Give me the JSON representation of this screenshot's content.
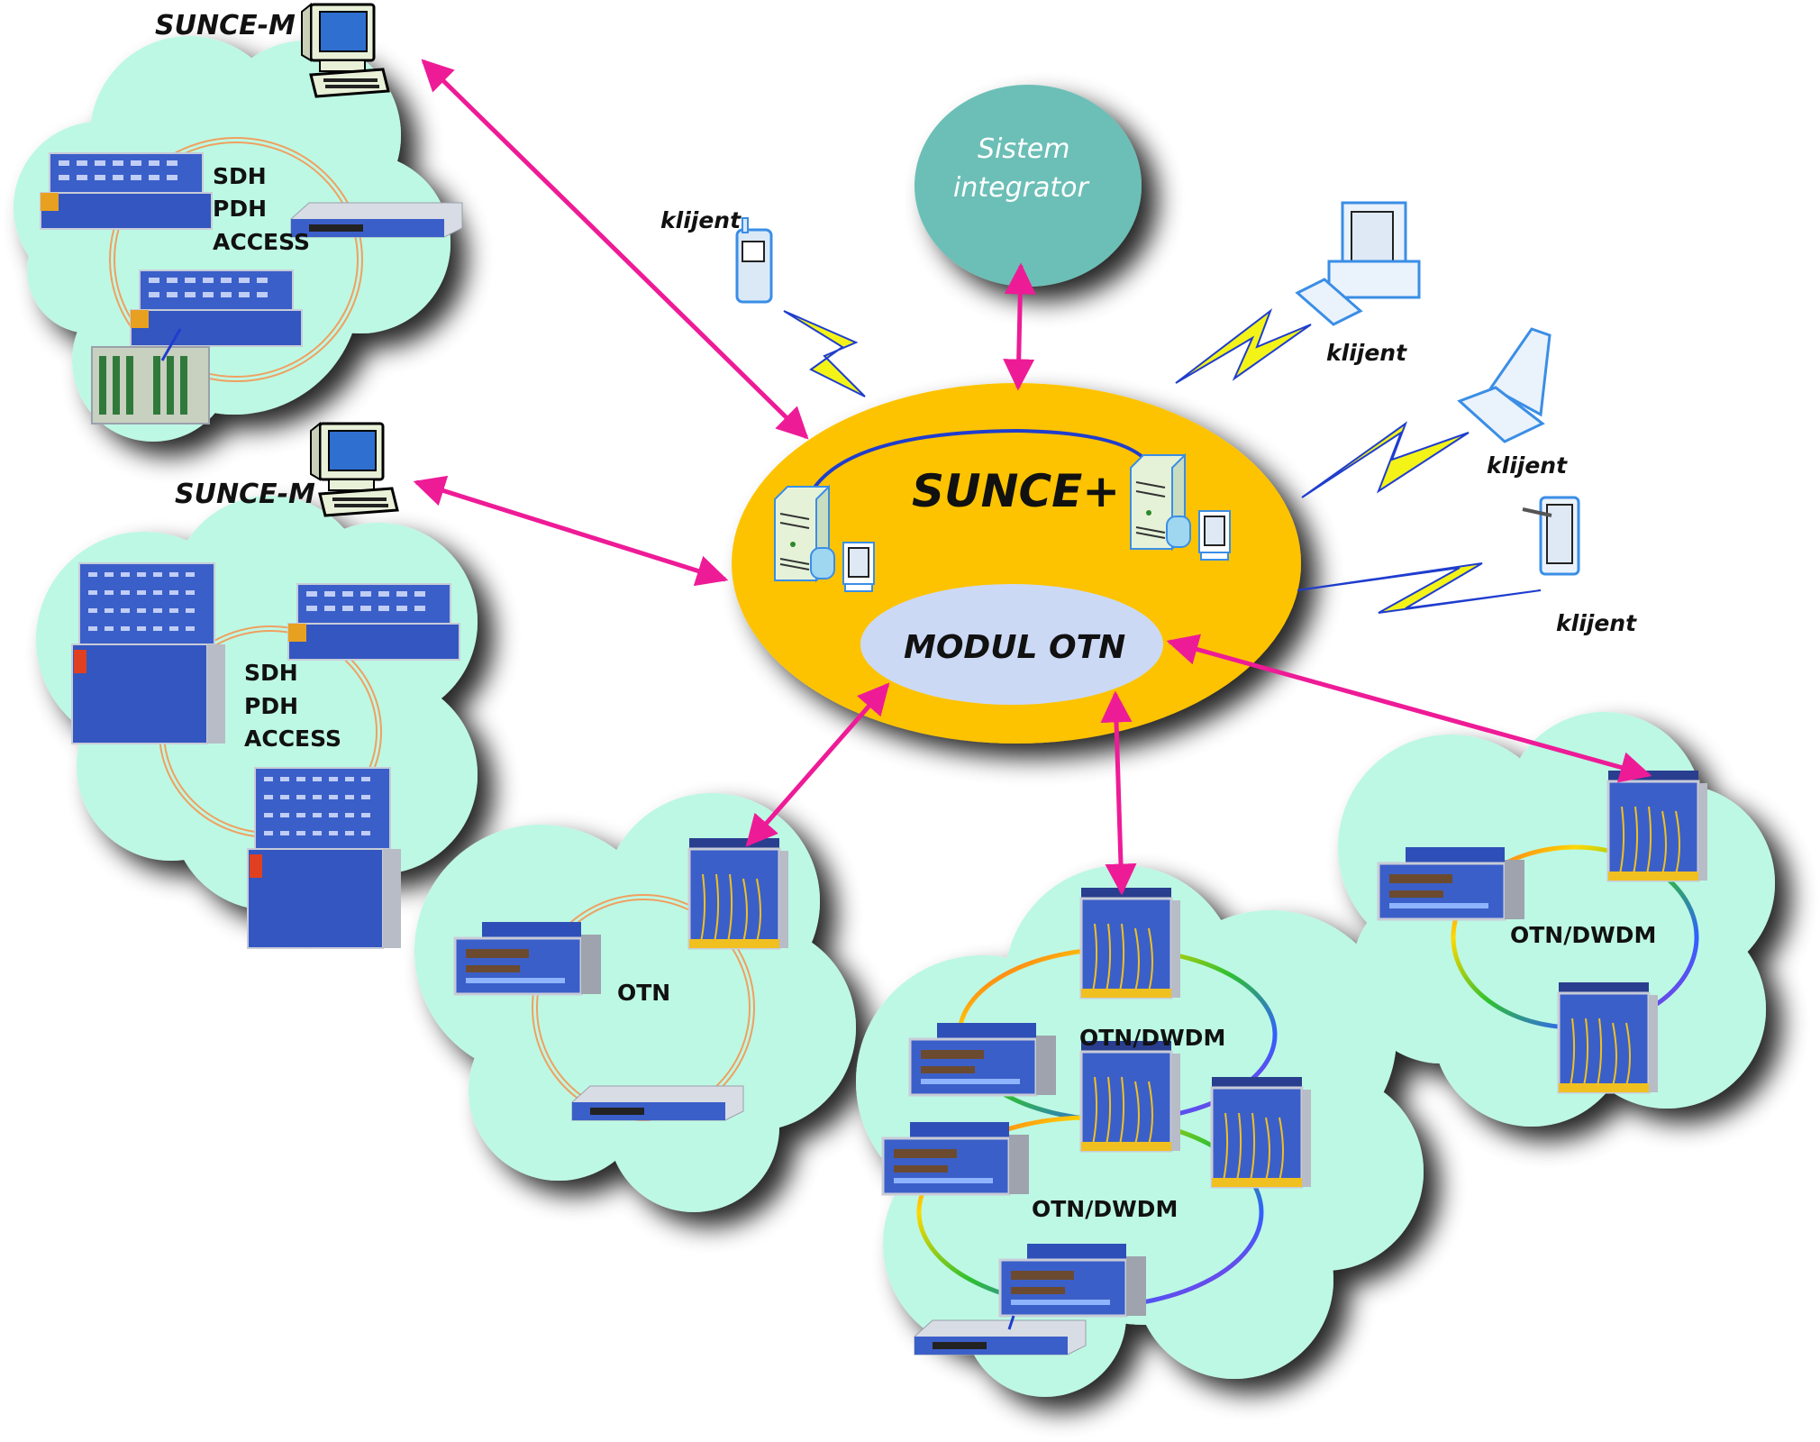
{
  "diagram": {
    "central_system": {
      "title": "SUNCE+",
      "module": "MODUL OTN",
      "color": "#FDC300",
      "module_color": "#CCD9F5"
    },
    "integrator": {
      "line1": "Sistem",
      "line2": "integrator",
      "color": "#6CBFB6"
    },
    "clients": [
      {
        "label": "klijent",
        "device": "mobile-phone"
      },
      {
        "label": "klijent",
        "device": "desktop-pc"
      },
      {
        "label": "klijent",
        "device": "laptop"
      },
      {
        "label": "klijent",
        "device": "tablet-pda"
      }
    ],
    "management_stations": [
      {
        "label": "SUNCE-M"
      },
      {
        "label": "SUNCE-M"
      }
    ],
    "networks": [
      {
        "id": "net-sdh-1",
        "lines": [
          "SDH",
          "PDH",
          "ACCESS"
        ]
      },
      {
        "id": "net-sdh-2",
        "lines": [
          "SDH",
          "PDH",
          "ACCESS"
        ]
      },
      {
        "id": "net-otn",
        "lines": [
          "OTN"
        ]
      },
      {
        "id": "net-otn-dwdm-center",
        "rings": [
          "OTN/DWDM",
          "OTN/DWDM"
        ]
      },
      {
        "id": "net-otn-dwdm-right",
        "lines": [
          "OTN/DWDM"
        ]
      }
    ],
    "colors": {
      "cloud": "#BDF8E4",
      "link_arrow": "#EE1B97",
      "wireless_bolt": "#F3F318",
      "wireless_outline": "#1F3DCE",
      "ring_sdh": "#F0A060",
      "equipment": "#3B5FC9"
    }
  }
}
